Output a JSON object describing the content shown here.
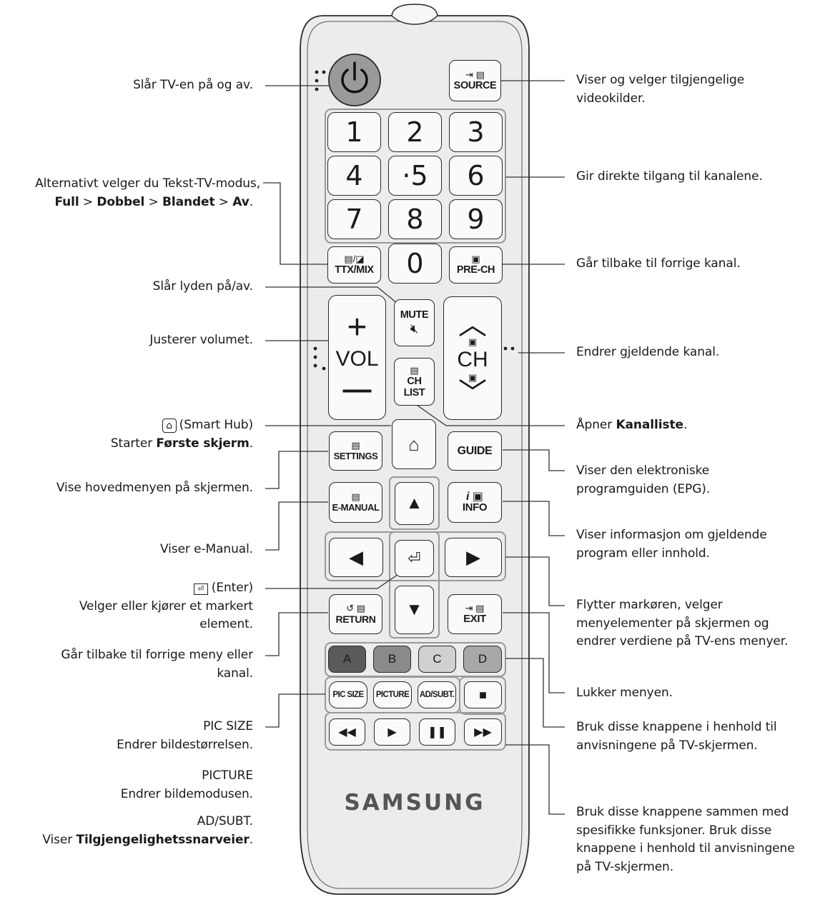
{
  "annotations_left": [
    {
      "id": "power",
      "lines": [
        "Slår TV-en på og av."
      ]
    },
    {
      "id": "ttx",
      "lines": [
        "Alternativt velger du Tekst-TV-modus,"
      ],
      "emph_parts": [
        "Full",
        " > ",
        "Dobbel",
        " > ",
        "Blandet",
        " > ",
        "Av",
        "."
      ]
    },
    {
      "id": "mute",
      "lines": [
        "Slår lyden på/av."
      ]
    },
    {
      "id": "vol",
      "lines": [
        "Justerer volumet."
      ]
    },
    {
      "id": "home_title",
      "text": "(Smart Hub)",
      "home_desc_pre": "Starter ",
      "home_desc_bold": "Første skjerm",
      "home_desc_post": "."
    },
    {
      "id": "settings",
      "lines": [
        "Vise hovedmenyen på skjermen."
      ]
    },
    {
      "id": "emanual",
      "lines": [
        "Viser e-Manual."
      ]
    },
    {
      "id": "enter",
      "title": "(Enter)",
      "lines": [
        "Velger eller kjører et markert",
        "element."
      ]
    },
    {
      "id": "return",
      "lines": [
        "Går tilbake til forrige meny eller",
        "kanal."
      ]
    },
    {
      "id": "picsize",
      "title": "PIC SIZE",
      "desc": "Endrer bildestørrelsen."
    },
    {
      "id": "picture",
      "title": "PICTURE",
      "desc": "Endrer bildemodusen."
    },
    {
      "id": "adsubt",
      "title": "AD/SUBT.",
      "desc_pre": "Viser ",
      "desc_bold": "Tilgjengelighetssnarveier",
      "desc_post": "."
    }
  ],
  "annotations_right": [
    {
      "id": "source",
      "lines": [
        "Viser og velger tilgjengelige",
        "videokilder."
      ]
    },
    {
      "id": "numbers",
      "lines": [
        "Gir direkte tilgang til kanalene."
      ]
    },
    {
      "id": "prech",
      "lines": [
        "Går tilbake til forrige kanal."
      ]
    },
    {
      "id": "ch",
      "lines": [
        "Endrer gjeldende kanal."
      ]
    },
    {
      "id": "chlist",
      "pre": "Åpner ",
      "bold": "Kanalliste",
      "post": "."
    },
    {
      "id": "guide",
      "lines": [
        "Viser den elektroniske",
        "programguiden (EPG)."
      ]
    },
    {
      "id": "info",
      "lines": [
        "Viser informasjon om gjeldende",
        "program eller innhold."
      ]
    },
    {
      "id": "arrows",
      "lines": [
        "Flytter markøren, velger",
        "menyelementer på skjermen og",
        "endrer verdiene på TV-ens menyer."
      ]
    },
    {
      "id": "exit",
      "lines": [
        "Lukker menyen."
      ]
    },
    {
      "id": "colors",
      "lines": [
        "Bruk disse knappene i henhold til",
        "anvisningene på TV-skjermen."
      ]
    },
    {
      "id": "media",
      "lines": [
        "Bruk disse knappene sammen med",
        "spesifikke funksjoner. Bruk disse",
        "knappene i henhold til anvisningene",
        "på TV-skjermen."
      ]
    }
  ],
  "remote": {
    "source_label": "SOURCE",
    "numbers": [
      "1",
      "2",
      "3",
      "4",
      "·5",
      "6",
      "7",
      "8",
      "9",
      "0"
    ],
    "ttx_label": "TTX/MIX",
    "prech_label": "PRE-CH",
    "mute_label": "MUTE",
    "vol_plus": "+",
    "vol_label": "VOL",
    "vol_minus": "—",
    "ch_label": "CH",
    "chlist_label1": "CH",
    "chlist_label2": "LIST",
    "settings_label": "SETTINGS",
    "guide_label": "GUIDE",
    "emanual_label": "E-MANUAL",
    "info_label": "INFO",
    "return_label": "RETURN",
    "exit_label": "EXIT",
    "color_buttons": [
      {
        "label": "A",
        "color": "#5a5a5a"
      },
      {
        "label": "B",
        "color": "#8a8a8a"
      },
      {
        "label": "C",
        "color": "#cfcfcf"
      },
      {
        "label": "D",
        "color": "#a6a6a6"
      }
    ],
    "picsize_label": "PIC SIZE",
    "picture_label": "PICTURE",
    "adsubt_label": "AD/SUBT.",
    "brand": "SAMSUNG"
  }
}
